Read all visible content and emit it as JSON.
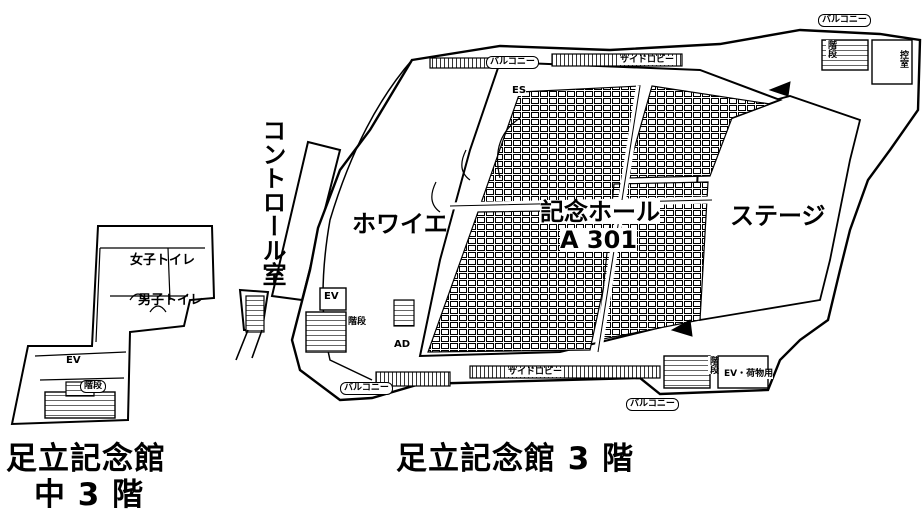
{
  "map": {
    "captions": {
      "mezzanine_line1": "足立記念館",
      "mezzanine_line2": "中 3 階",
      "third_floor": "足立記念館 3 階"
    },
    "rooms": {
      "control_room": "コントロール室",
      "foyer": "ホワイエ",
      "hall_name": "記念ホール",
      "hall_number": "A 301",
      "stage": "ステージ",
      "womens_toilet": "女子トイレ",
      "mens_toilet": "男子トイレ"
    },
    "facilities": {
      "elevator": "EV",
      "stairs": "階段",
      "escalator": "ES",
      "ad": "AD",
      "freight_elevator": "EV・荷物用",
      "preparation_room": "控室"
    },
    "areas": {
      "balcony": "バルコニー",
      "side_lobby": "サイドロビー"
    }
  }
}
